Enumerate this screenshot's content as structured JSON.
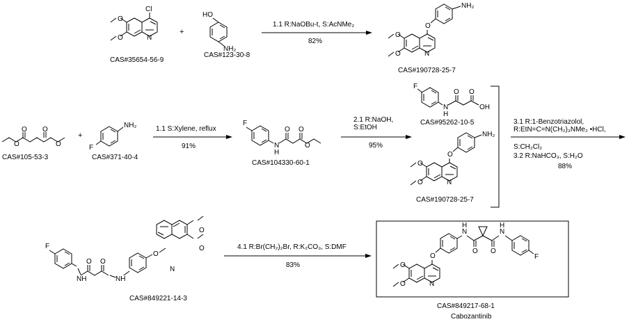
{
  "reaction1": {
    "reactant1_cas": "CAS#35654-56-9",
    "reactant2_cas": "CAS#123-30-8",
    "product_cas": "CAS#190728-25-7",
    "cond1": "1.1  R:NaOBu-t, S:AcNMe₂",
    "yield": "82%"
  },
  "reaction2": {
    "reactant1_cas": "CAS#105-53-3",
    "reactant2_cas": "CAS#371-40-4",
    "cond1": "1.1  S:Xylene, reflux",
    "yield": "91%",
    "product_cas": "CAS#104330-60-1"
  },
  "reaction3": {
    "cond1": "2.1  R:NaOH,",
    "cond2": "S:EtOH",
    "yield": "95%",
    "product_cas": "CAS#95262-10-5",
    "second_cas": "CAS#190728-25-7"
  },
  "reaction4": {
    "cond1": "3.1  R:1-Benzotriazolol,",
    "cond2": "R:EtN=C=N(CH₂)₃NMe₂ •HCl,",
    "cond3": "S:CH₂Cl₂",
    "cond4": "3.2  R:NaHCO₃, S:H₂O",
    "yield": "88%"
  },
  "reaction5": {
    "reactant_cas": "CAS#849221-14-3",
    "cond1": "4.1  R:Br(CH₂)₂Br, R:K₂CO₃, S:DMF",
    "yield": "83%",
    "product_cas": "CAS#849217-68-1",
    "product_name": "Cabozantinib"
  },
  "atoms": {
    "cl": "Cl",
    "n": "N",
    "o": "O",
    "oh": "OH",
    "ho": "HO",
    "nh2": "NH₂",
    "nh": "NH",
    "hn": "HN",
    "h": "H",
    "f": "F",
    "plus": "+"
  }
}
